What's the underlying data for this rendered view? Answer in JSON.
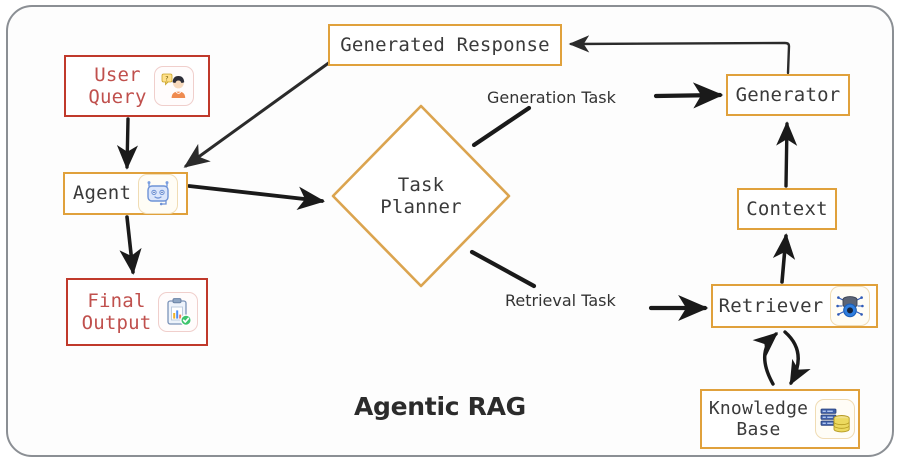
{
  "diagram": {
    "title": "Agentic RAG",
    "frame_border_color": "#8b8f94",
    "accent_orange": "#e0a13c",
    "accent_red": "#c0392b",
    "arrow_color": "#1a1a1a",
    "nodes": {
      "user_query": {
        "label": "User\nQuery",
        "icon": "user-question-icon",
        "border_color": "#c0392b",
        "shape": "rect"
      },
      "agent": {
        "label": "Agent",
        "icon": "robot-icon",
        "border_color": "#e0a13c",
        "shape": "rect"
      },
      "final_output": {
        "label": "Final\nOutput",
        "icon": "clipboard-check-icon",
        "border_color": "#c0392b",
        "shape": "rect"
      },
      "generated_response": {
        "label": "Generated Response",
        "border_color": "#e0a13c",
        "shape": "rect"
      },
      "task_planner": {
        "label": "Task\nPlanner",
        "border_color": "#e0a13c",
        "shape": "diamond"
      },
      "generator": {
        "label": "Generator",
        "border_color": "#e0a13c",
        "shape": "rect"
      },
      "context": {
        "label": "Context",
        "border_color": "#e0a13c",
        "shape": "rect"
      },
      "retriever": {
        "label": "Retriever",
        "icon": "vector-database-icon",
        "border_color": "#e0a13c",
        "shape": "rect"
      },
      "knowledge_base": {
        "label": "Knowledge\nBase",
        "icon": "server-database-icon",
        "border_color": "#e0a13c",
        "shape": "rect"
      }
    },
    "edge_labels": {
      "generation_task": "Generation Task",
      "retrieval_task": "Retrieval Task"
    },
    "edges": [
      {
        "from": "user_query",
        "to": "agent",
        "label": ""
      },
      {
        "from": "agent",
        "to": "final_output",
        "label": ""
      },
      {
        "from": "agent",
        "to": "task_planner",
        "label": ""
      },
      {
        "from": "task_planner",
        "to": "generator",
        "label": "Generation Task"
      },
      {
        "from": "task_planner",
        "to": "retriever",
        "label": "Retrieval Task"
      },
      {
        "from": "generator",
        "to": "generated_response",
        "label": ""
      },
      {
        "from": "generated_response",
        "to": "agent",
        "label": ""
      },
      {
        "from": "context",
        "to": "generator",
        "label": ""
      },
      {
        "from": "retriever",
        "to": "context",
        "label": ""
      },
      {
        "from": "retriever",
        "to": "knowledge_base",
        "label": "",
        "bidirectional": true
      }
    ]
  }
}
